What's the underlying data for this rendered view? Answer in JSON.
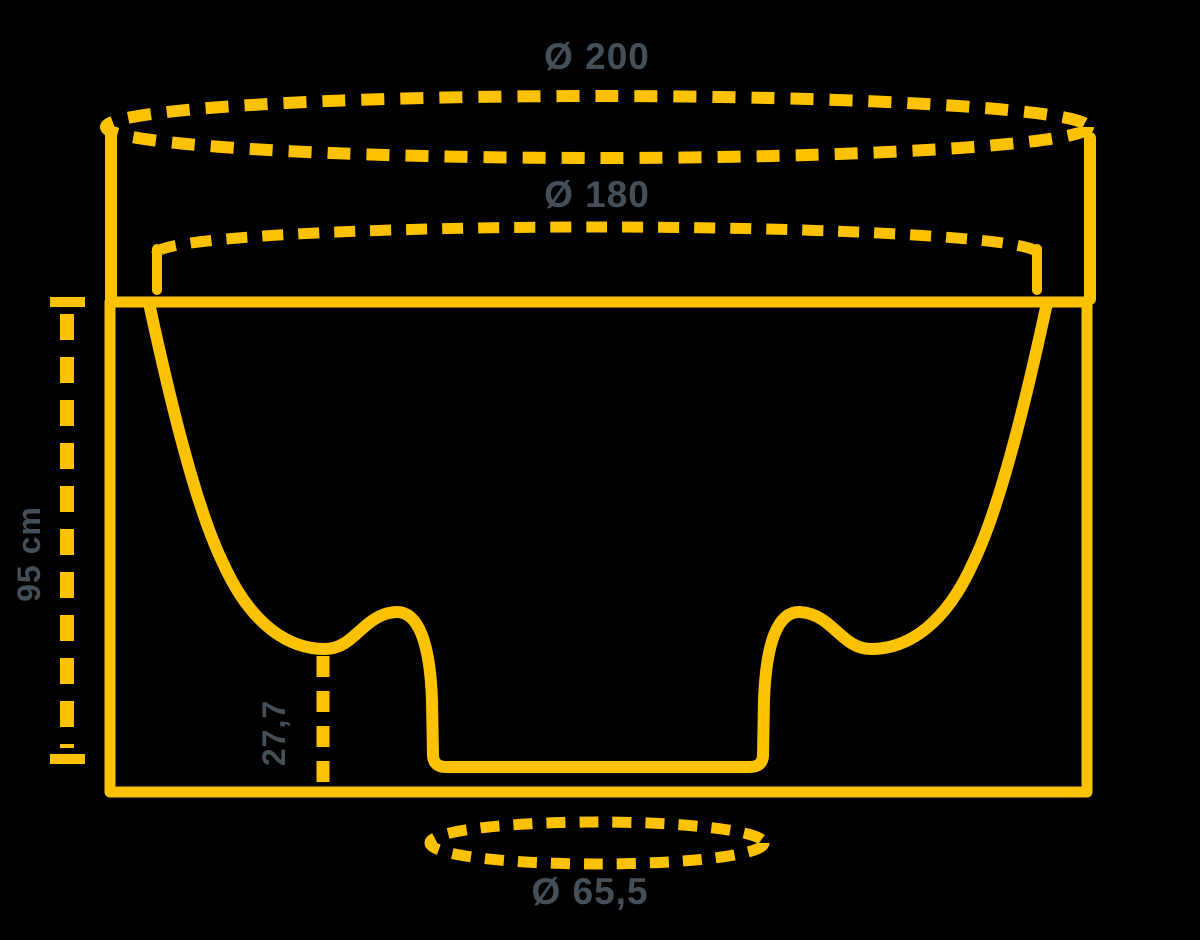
{
  "page": {
    "background": "#000000"
  },
  "diagram": {
    "type": "dimension-drawing",
    "subject": "round-tub-cross-section",
    "colors": {
      "outline": "#FCC200",
      "label": "#454F58",
      "background": "#000000"
    },
    "labels": {
      "top_diameter": "Ø 200",
      "inner_diameter": "Ø 180",
      "height": "95 cm",
      "base_height": "27,7",
      "base_diameter": "Ø 65,5"
    }
  }
}
